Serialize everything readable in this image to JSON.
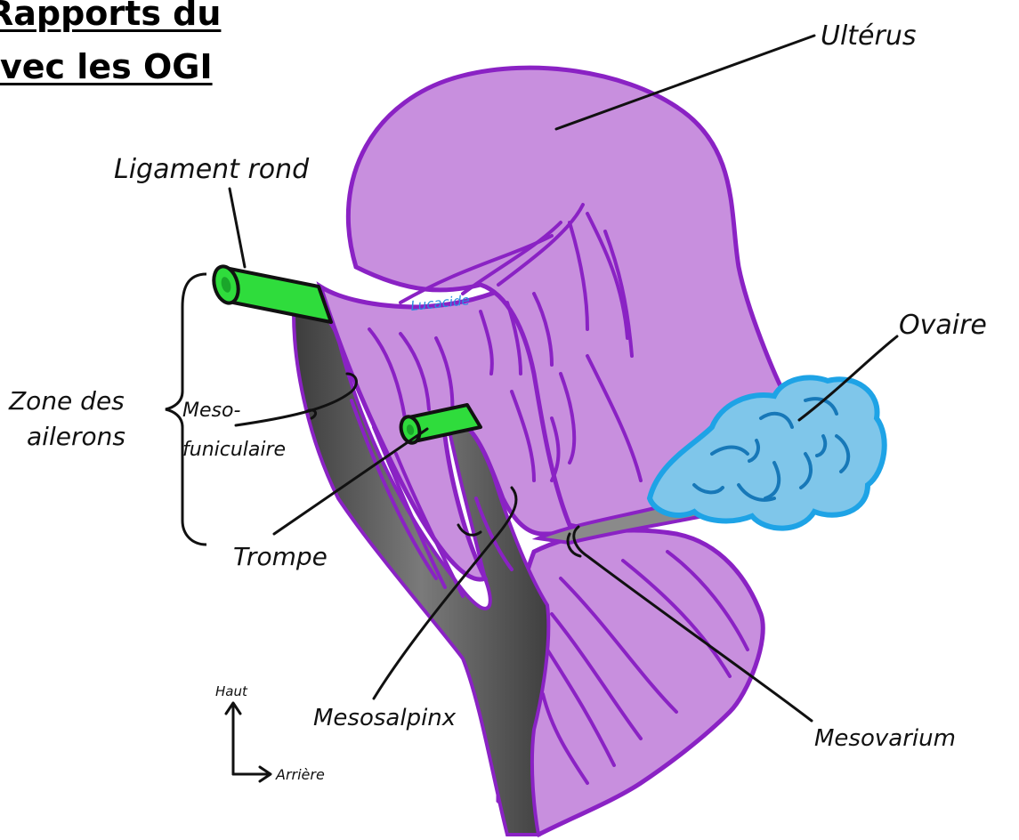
{
  "title": {
    "line1": "Rapports du",
    "line2": "vec les OGI"
  },
  "labels": {
    "uterus": "Ultérus",
    "ligament_rond": "Ligament rond",
    "ovaire": "Ovaire",
    "zone_line1": "Zone des",
    "zone_line2": "ailerons",
    "mesofuniculaire_line1": "Meso-",
    "mesofuniculaire_line2": "funiculaire",
    "trompe": "Trompe",
    "mesosalpinx": "Mesosalpinx",
    "mesovarium": "Mesovarium",
    "watermark": "Lucacide"
  },
  "orientation": {
    "up": "Haut",
    "back": "Arrière"
  },
  "colors": {
    "uterus_fill": "#c88fde",
    "outline": "#8a22c4",
    "ligament": "#2fdc3c",
    "ovary_fill": "#7fc6ea",
    "ovary_outline": "#1ea3e6",
    "ovary_detail": "#1778b8",
    "ligament_gray": "#5b5b5b"
  }
}
